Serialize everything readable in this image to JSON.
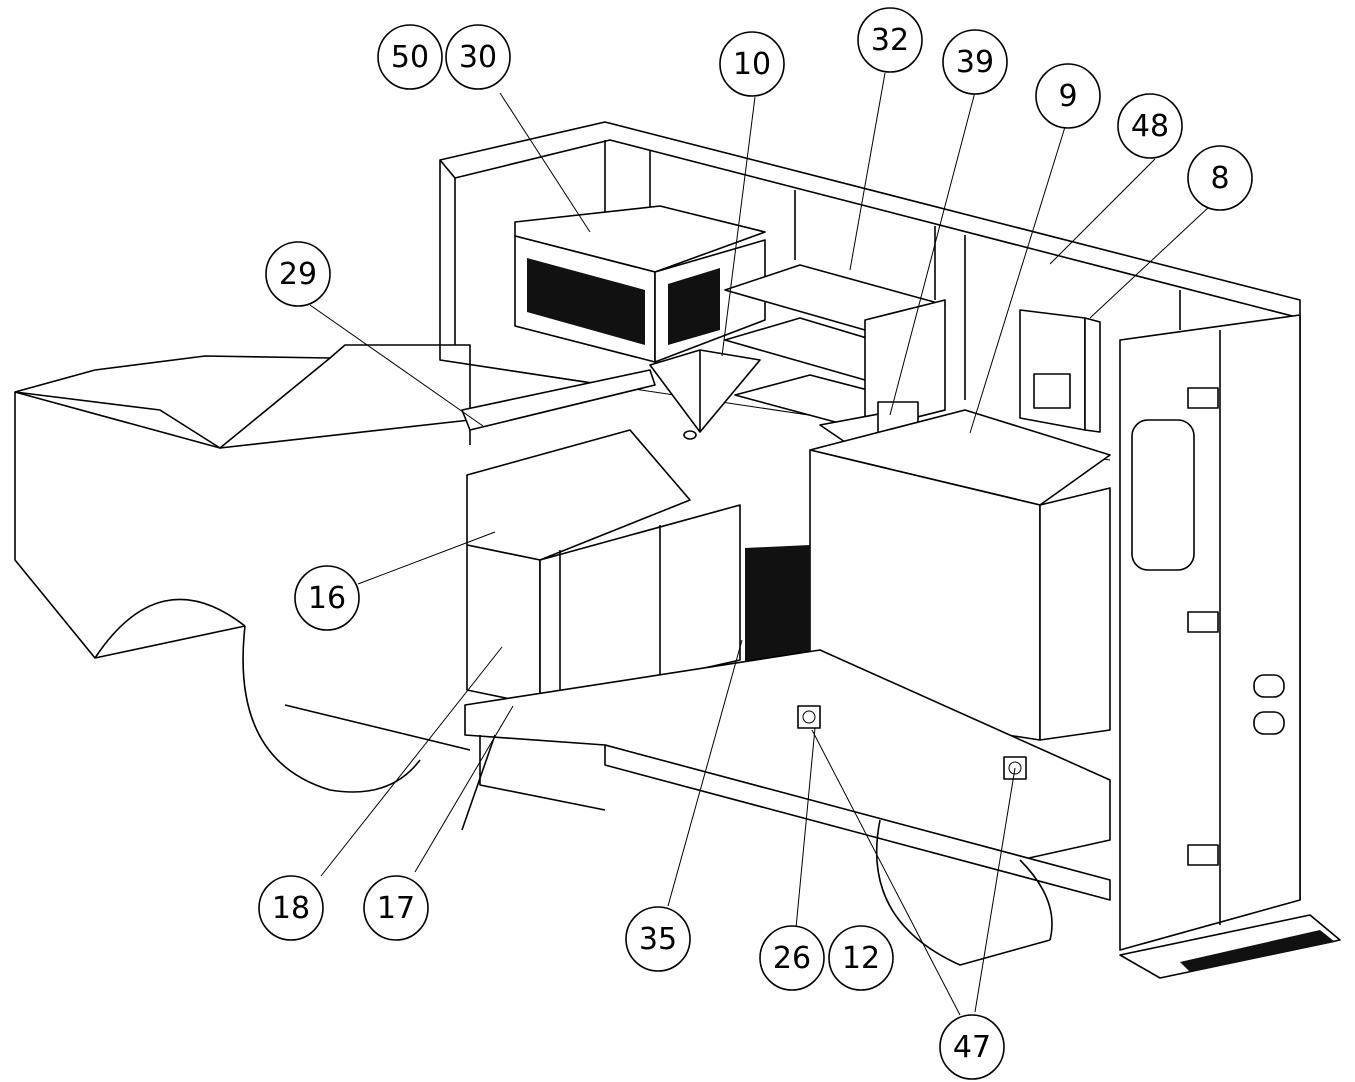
{
  "callouts": [
    {
      "id": "c50",
      "label": "50"
    },
    {
      "id": "c30",
      "label": "30"
    },
    {
      "id": "c10",
      "label": "10"
    },
    {
      "id": "c32",
      "label": "32"
    },
    {
      "id": "c39",
      "label": "39"
    },
    {
      "id": "c9",
      "label": "9"
    },
    {
      "id": "c48",
      "label": "48"
    },
    {
      "id": "c8",
      "label": "8"
    },
    {
      "id": "c29",
      "label": "29"
    },
    {
      "id": "c16",
      "label": "16"
    },
    {
      "id": "c18",
      "label": "18"
    },
    {
      "id": "c17",
      "label": "17"
    },
    {
      "id": "c35",
      "label": "35"
    },
    {
      "id": "c26",
      "label": "26"
    },
    {
      "id": "c12",
      "label": "12"
    },
    {
      "id": "c47",
      "label": "47"
    }
  ]
}
